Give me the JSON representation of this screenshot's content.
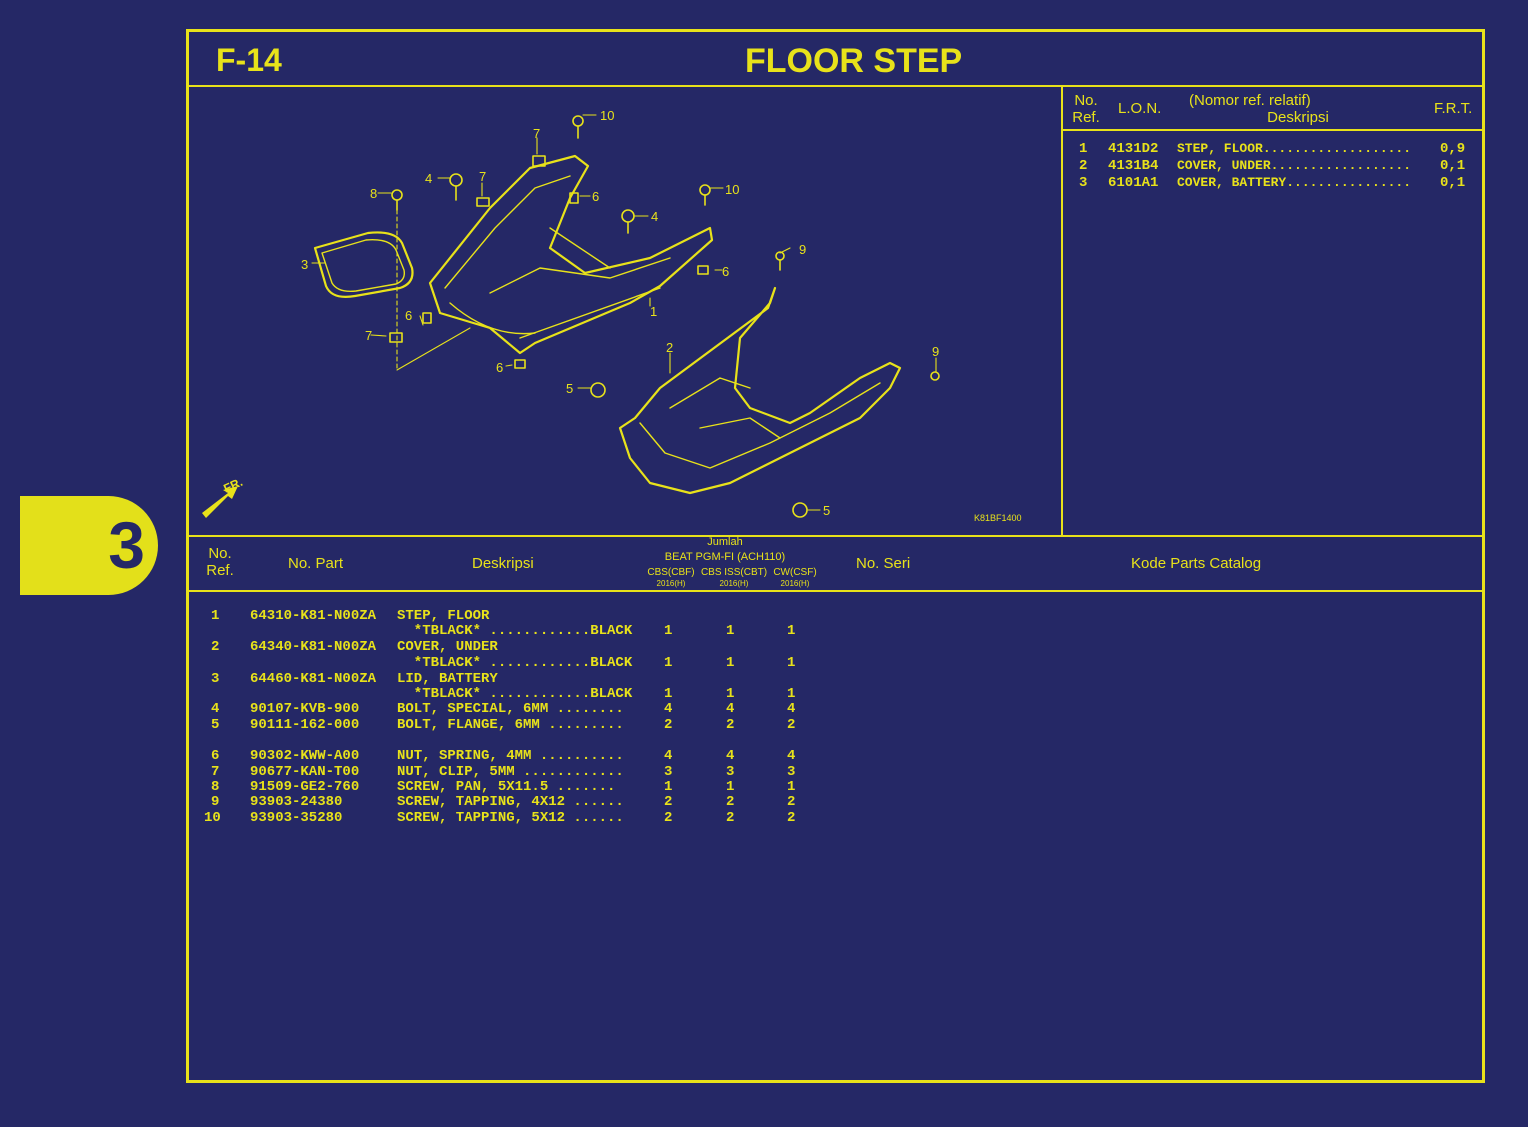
{
  "section_tab": "3",
  "figure_code": "F-14",
  "title": "FLOOR STEP",
  "diagram": {
    "callouts": [
      "10",
      "7",
      "4",
      "7",
      "8",
      "6",
      "10",
      "4",
      "3",
      "9",
      "6",
      "1",
      "6",
      "7",
      "2",
      "6",
      "9",
      "5",
      "5"
    ],
    "front_label": "FR.",
    "drawing_code": "K81BF1400"
  },
  "relative_table": {
    "headers": {
      "no_ref": [
        "No.",
        "Ref."
      ],
      "lon": "L.O.N.",
      "desc": [
        "(Nomor ref. relatif)",
        "Deskripsi"
      ],
      "frt": "F.R.T."
    },
    "rows": [
      {
        "ref": "1",
        "lon": "4131D2",
        "desc": "STEP, FLOOR...................",
        "frt": "0,9"
      },
      {
        "ref": "2",
        "lon": "4131B4",
        "desc": "COVER, UNDER..................",
        "frt": "0,1"
      },
      {
        "ref": "3",
        "lon": "6101A1",
        "desc": "COVER, BATTERY................",
        "frt": "0,1"
      }
    ]
  },
  "parts_table": {
    "headers": {
      "no_ref": [
        "No.",
        "Ref."
      ],
      "no_part": "No. Part",
      "desc": "Deskripsi",
      "jumlah": "Jumlah",
      "model": "BEAT PGM-FI (ACH110)",
      "variants": [
        {
          "name": "CBS(CBF)",
          "year": "2016(H)"
        },
        {
          "name": "CBS ISS(CBT)",
          "year": "2016(H)"
        },
        {
          "name": "CW(CSF)",
          "year": "2016(H)"
        }
      ],
      "no_seri": "No. Seri",
      "kode": "Kode Parts Catalog"
    },
    "rows": [
      {
        "ref": "1",
        "part": "64310-K81-N00ZA",
        "desc": [
          "STEP, FLOOR",
          "  *TBLACK* ............BLACK"
        ],
        "qty": [
          "1",
          "1",
          "1"
        ]
      },
      {
        "ref": "2",
        "part": "64340-K81-N00ZA",
        "desc": [
          "COVER, UNDER",
          "  *TBLACK* ............BLACK"
        ],
        "qty": [
          "1",
          "1",
          "1"
        ]
      },
      {
        "ref": "3",
        "part": "64460-K81-N00ZA",
        "desc": [
          "LID, BATTERY",
          "  *TBLACK* ............BLACK"
        ],
        "qty": [
          "1",
          "1",
          "1"
        ]
      },
      {
        "ref": "4",
        "part": "90107-KVB-900",
        "desc": [
          "BOLT, SPECIAL, 6MM ........"
        ],
        "qty": [
          "4",
          "4",
          "4"
        ]
      },
      {
        "ref": "5",
        "part": "90111-162-000",
        "desc": [
          "BOLT, FLANGE, 6MM ........."
        ],
        "qty": [
          "2",
          "2",
          "2"
        ]
      },
      {
        "ref": "6",
        "part": "90302-KWW-A00",
        "desc": [
          "NUT, SPRING, 4MM .........."
        ],
        "qty": [
          "4",
          "4",
          "4"
        ]
      },
      {
        "ref": "7",
        "part": "90677-KAN-T00",
        "desc": [
          "NUT, CLIP, 5MM ............"
        ],
        "qty": [
          "3",
          "3",
          "3"
        ]
      },
      {
        "ref": "8",
        "part": "91509-GE2-760",
        "desc": [
          "SCREW, PAN, 5X11.5 ......."
        ],
        "qty": [
          "1",
          "1",
          "1"
        ]
      },
      {
        "ref": "9",
        "part": "93903-24380",
        "desc": [
          "SCREW, TAPPING, 4X12 ......"
        ],
        "qty": [
          "2",
          "2",
          "2"
        ]
      },
      {
        "ref": "10",
        "part": "93903-35280",
        "desc": [
          "SCREW, TAPPING, 5X12 ......"
        ],
        "qty": [
          "2",
          "2",
          "2"
        ]
      }
    ]
  }
}
